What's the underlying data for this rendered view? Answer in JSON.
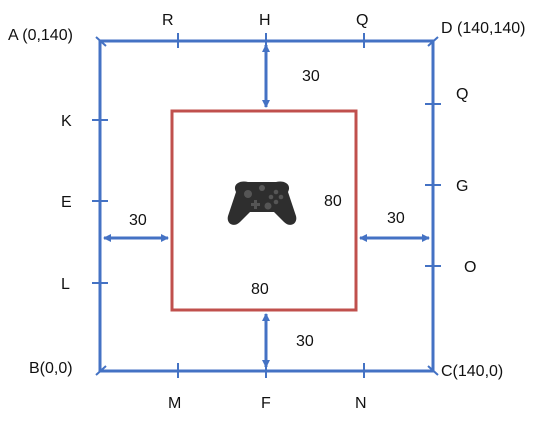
{
  "colors": {
    "outer": "#4472C4",
    "inner": "#C0504D",
    "text": "#111111",
    "controller": "#2e2e2e"
  },
  "labels": {
    "corner_a": "A (0,140)",
    "corner_b": "B(0,0)",
    "corner_c": "C(140,0)",
    "corner_d": "D (140,140)",
    "top": [
      "R",
      "H",
      "Q"
    ],
    "bottom": [
      "M",
      "F",
      "N"
    ],
    "left": [
      "K",
      "E",
      "L"
    ],
    "right": [
      "Q",
      "G",
      "O"
    ]
  },
  "dimensions": {
    "gap_top": "30",
    "gap_bottom": "30",
    "gap_left": "30",
    "gap_right": "30",
    "inner_width": "80",
    "inner_height": "80"
  },
  "icon": "game-controller-icon"
}
